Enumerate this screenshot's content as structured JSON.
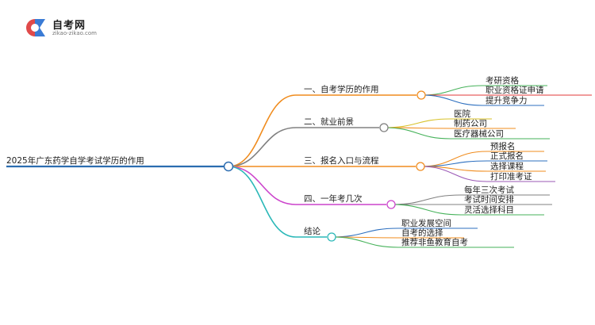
{
  "brand": {
    "title": "自考网",
    "url": "zikao-zikao.com"
  },
  "root": {
    "label": "2025年广东药学自学考试学历的作用",
    "color": "#2b6cb0"
  },
  "branches": [
    {
      "label": "一、自考学历的作用",
      "color": "#f08c1e",
      "children": [
        {
          "label": "考研资格",
          "color": "#46b25a"
        },
        {
          "label": "职业资格证申请",
          "color": "#e23a3a"
        },
        {
          "label": "提升竞争力",
          "color": "#2c6fbf"
        }
      ]
    },
    {
      "label": "二、就业前景",
      "color": "#808080",
      "children": [
        {
          "label": "医院",
          "color": "#d8c22a"
        },
        {
          "label": "制药公司",
          "color": "#f08c1e"
        },
        {
          "label": "医疗器械公司",
          "color": "#46b25a"
        }
      ]
    },
    {
      "label": "三、报名入口与流程",
      "color": "#f08c1e",
      "children": [
        {
          "label": "预报名",
          "color": "#f08c1e"
        },
        {
          "label": "正式报名",
          "color": "#2c6fbf"
        },
        {
          "label": "选择课程",
          "color": "#f08c1e"
        },
        {
          "label": "打印准考证",
          "color": "#9b59b6"
        }
      ]
    },
    {
      "label": "四、一年考几次",
      "color": "#cc44cc",
      "children": [
        {
          "label": "每年三次考试",
          "color": "#808080"
        },
        {
          "label": "考试时间安排",
          "color": "#808080"
        },
        {
          "label": "灵活选择科目",
          "color": "#46b25a"
        }
      ]
    },
    {
      "label": "结论",
      "color": "#2bb8b8",
      "children": [
        {
          "label": "职业发展空间",
          "color": "#2c6fbf"
        },
        {
          "label": "自考的选择",
          "color": "#f08c1e"
        },
        {
          "label": "推荐非鱼教育自考",
          "color": "#46b25a"
        }
      ]
    }
  ]
}
